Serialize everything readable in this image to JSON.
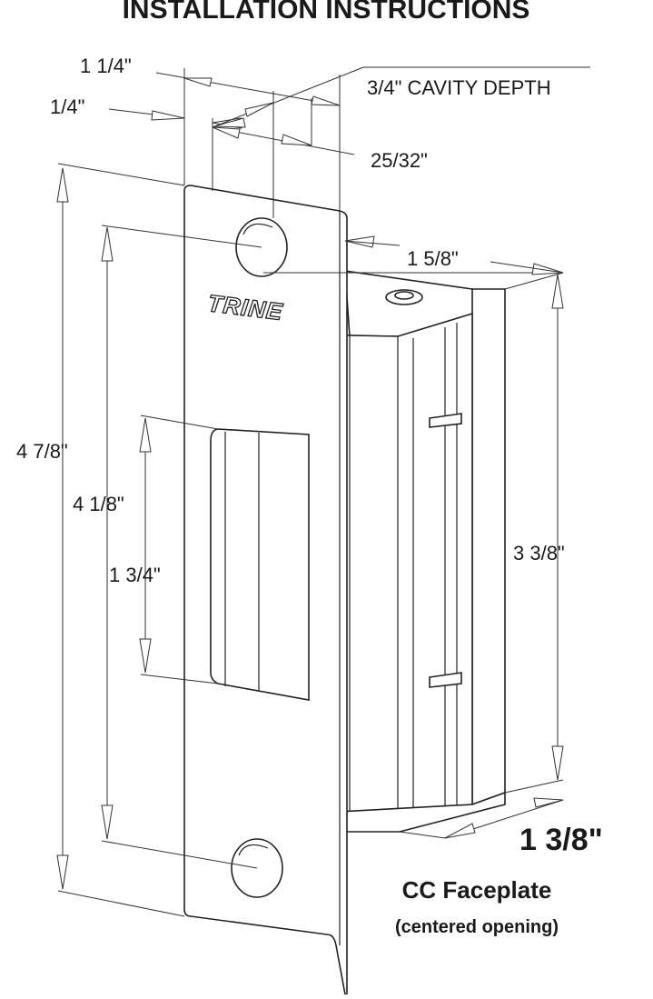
{
  "header": {
    "title": "INSTALLATION INSTRUCTIONS"
  },
  "brand": "TRINE",
  "dimensions": {
    "top_1_1_4": "1 1/4\"",
    "top_1_4": "1/4\"",
    "cavity_depth": "3/4\" CAVITY DEPTH",
    "d_25_32": "25/32\"",
    "d_1_5_8": "1 5/8\"",
    "h_4_7_8": "4 7/8\"",
    "h_4_1_8": "4 1/8\"",
    "h_1_3_4": "1 3/4\"",
    "h_3_3_8": "3 3/8\"",
    "w_1_3_8": "1 3/8\""
  },
  "caption": {
    "name": "CC Faceplate",
    "detail": "(centered opening)"
  }
}
